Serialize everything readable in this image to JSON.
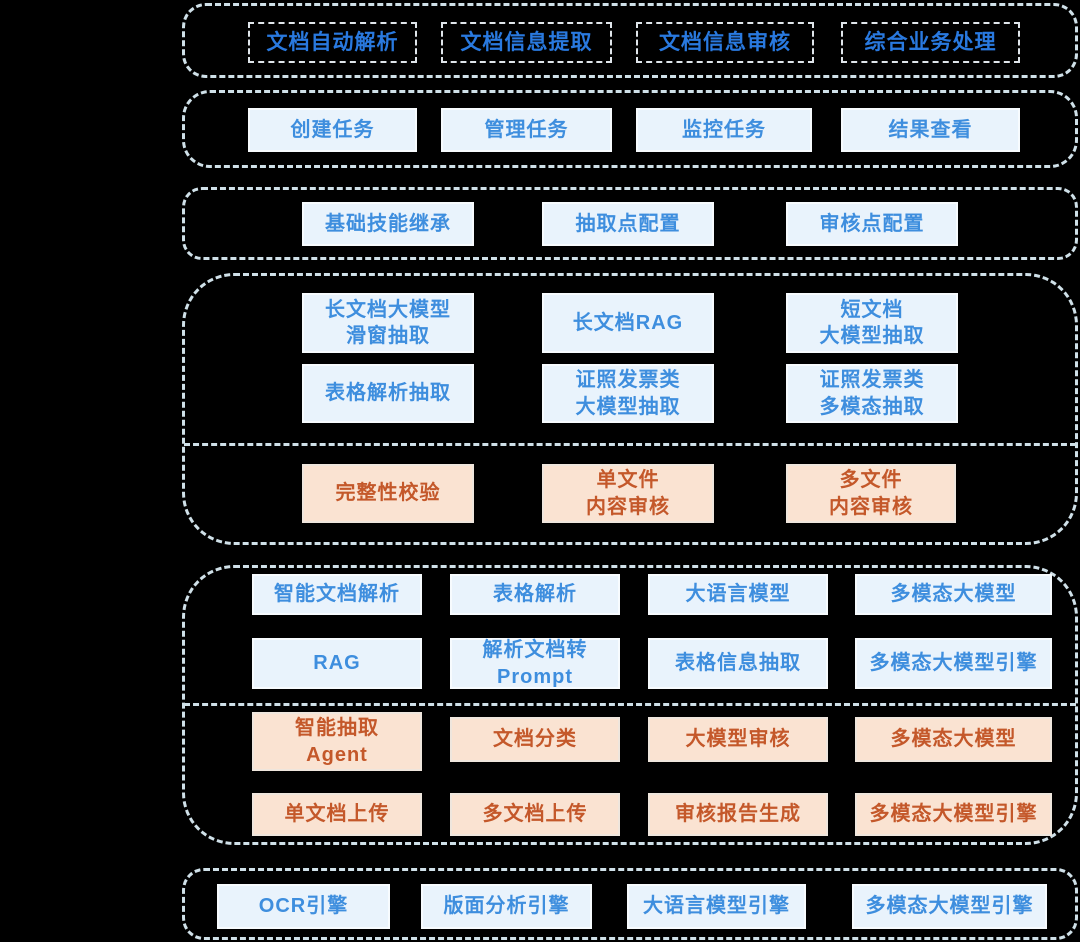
{
  "colors": {
    "background": "#000000",
    "container_border": "#cfe0e8",
    "blue_box_fill": "#e9f3fc",
    "blue_box_text": "#3e8ede",
    "top_box_text": "#2979df",
    "orange_box_fill": "#fae3d2",
    "orange_box_text": "#c4582a"
  },
  "layers": {
    "application": {
      "items": [
        {
          "label": "文档自动解析"
        },
        {
          "label": "文档信息提取"
        },
        {
          "label": "文档信息审核"
        },
        {
          "label": "综合业务处理"
        }
      ]
    },
    "tasks": {
      "items": [
        {
          "label": "创建任务"
        },
        {
          "label": "管理任务"
        },
        {
          "label": "监控任务"
        },
        {
          "label": "结果查看"
        }
      ]
    },
    "config": {
      "items": [
        {
          "label": "基础技能继承"
        },
        {
          "label": "抽取点配置"
        },
        {
          "label": "审核点配置"
        }
      ]
    },
    "extraction": {
      "blue_rows": [
        [
          {
            "label": "长文档大模型\n滑窗抽取"
          },
          {
            "label": "长文档RAG"
          },
          {
            "label": "短文档\n大模型抽取"
          }
        ],
        [
          {
            "label": "表格解析抽取"
          },
          {
            "label": "证照发票类\n大模型抽取"
          },
          {
            "label": "证照发票类\n多模态抽取"
          }
        ]
      ],
      "orange_rows": [
        [
          {
            "label": "完整性校验"
          },
          {
            "label": "单文件\n内容审核"
          },
          {
            "label": "多文件\n内容审核"
          }
        ]
      ]
    },
    "capabilities": {
      "blue_rows": [
        [
          {
            "label": "智能文档解析"
          },
          {
            "label": "表格解析"
          },
          {
            "label": "大语言模型"
          },
          {
            "label": "多模态大模型"
          }
        ],
        [
          {
            "label": "RAG"
          },
          {
            "label": "解析文档转\nPrompt"
          },
          {
            "label": "表格信息抽取"
          },
          {
            "label": "多模态大模型引擎"
          }
        ]
      ],
      "orange_rows": [
        [
          {
            "label": "智能抽取\nAgent"
          },
          {
            "label": "文档分类"
          },
          {
            "label": "大模型审核"
          },
          {
            "label": "多模态大模型"
          }
        ],
        [
          {
            "label": "单文档上传"
          },
          {
            "label": "多文档上传"
          },
          {
            "label": "审核报告生成"
          },
          {
            "label": "多模态大模型引擎"
          }
        ]
      ]
    },
    "engines": {
      "items": [
        {
          "label": "OCR引擎"
        },
        {
          "label": "版面分析引擎"
        },
        {
          "label": "大语言模型引擎"
        },
        {
          "label": "多模态大模型引擎"
        }
      ]
    }
  }
}
